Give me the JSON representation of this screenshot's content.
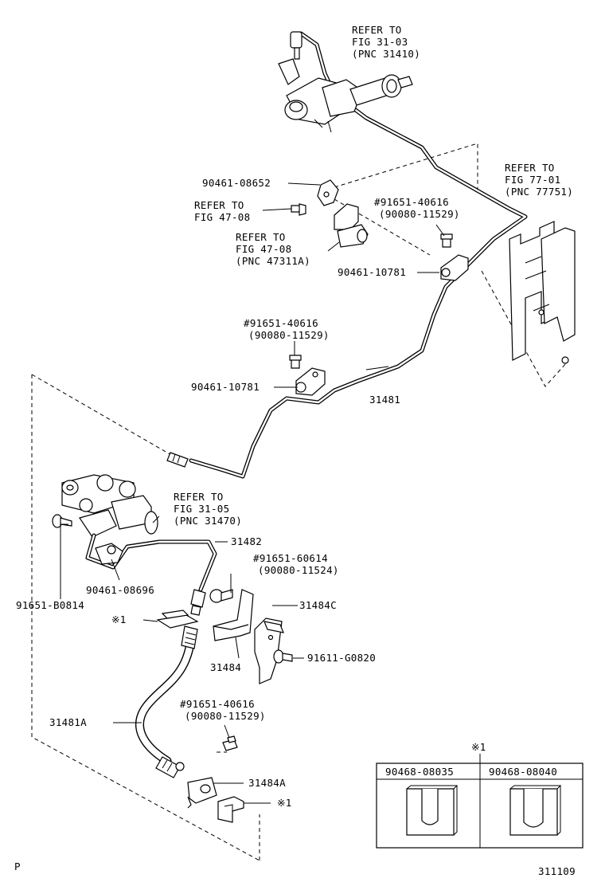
{
  "diagram": {
    "callouts": {
      "ref_31410": [
        "REFER TO",
        "FIG 31-03",
        "(PNC 31410)"
      ],
      "ref_77751": [
        "REFER TO",
        "FIG 77-01",
        "(PNC 77751)"
      ],
      "p_90461_08652": "90461-08652",
      "ref_4708": [
        "REFER TO",
        "FIG 47-08"
      ],
      "ref_47311a": [
        "REFER TO",
        "FIG 47-08",
        "(PNC 47311A)"
      ],
      "p_91651_40616_top": [
        "#91651-40616",
        "(90080-11529)"
      ],
      "p_90461_10781_top": "90461-10781",
      "p_91651_40616_mid": [
        "#91651-40616",
        "(90080-11529)"
      ],
      "p_90461_10781_mid": "90461-10781",
      "p_31481": "31481",
      "ref_31470": [
        "REFER TO",
        "FIG 31-05",
        "(PNC 31470)"
      ],
      "p_31482": "31482",
      "p_91651_60614": [
        "#91651-60614",
        "(90080-11524)"
      ],
      "p_90461_08696": "90461-08696",
      "p_91651_b0814": "91651-B0814",
      "p_x1_upper": "※1",
      "p_31484c": "31484C",
      "p_31484": "31484",
      "p_91611_g0820": "91611-G0820",
      "p_91651_40616_low": [
        "#91651-40616",
        "(90080-11529)"
      ],
      "p_31481a": "31481A",
      "p_31484a": "31484A",
      "p_x1_lower": "※1"
    },
    "table": {
      "header_mark": "※1",
      "columns": [
        "90468-08035",
        "90468-08040"
      ]
    },
    "corner_left": "P",
    "figure_number": "311109"
  }
}
